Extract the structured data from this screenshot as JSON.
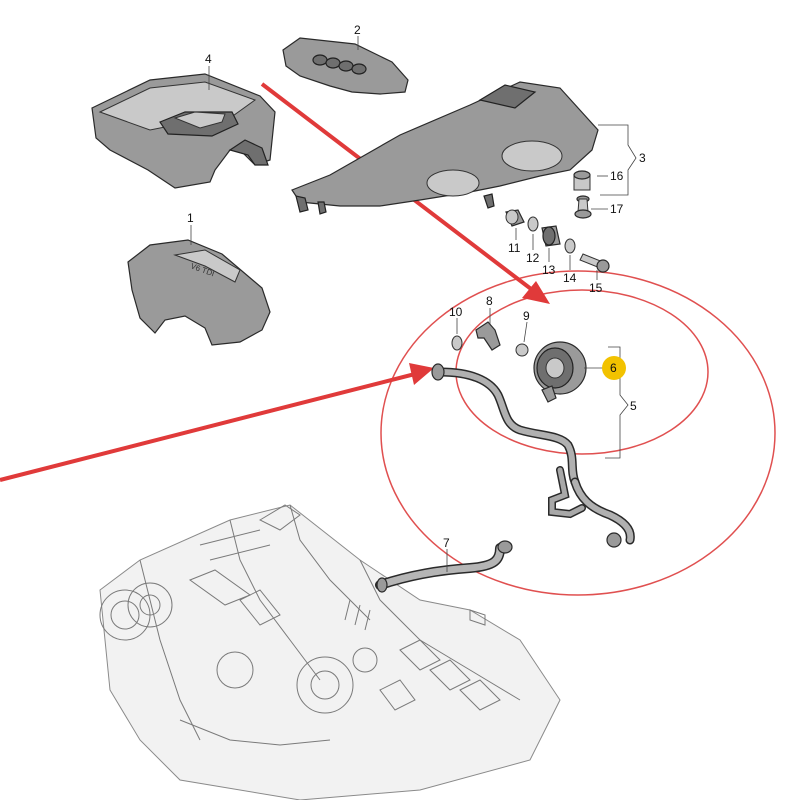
{
  "callouts": {
    "c1": "1",
    "c2": "2",
    "c3": "3",
    "c4": "4",
    "c5": "5",
    "c6": "6",
    "c7": "7",
    "c8": "8",
    "c9": "9",
    "c10": "10",
    "c11": "11",
    "c12": "12",
    "c13": "13",
    "c14": "14",
    "c15": "15",
    "c16": "16",
    "c17": "17"
  },
  "colors": {
    "annotation": "#e03a3a",
    "highlight": "#f2c200",
    "part": "#9a9a9a"
  },
  "cover_logo_text": "V6 TDI"
}
